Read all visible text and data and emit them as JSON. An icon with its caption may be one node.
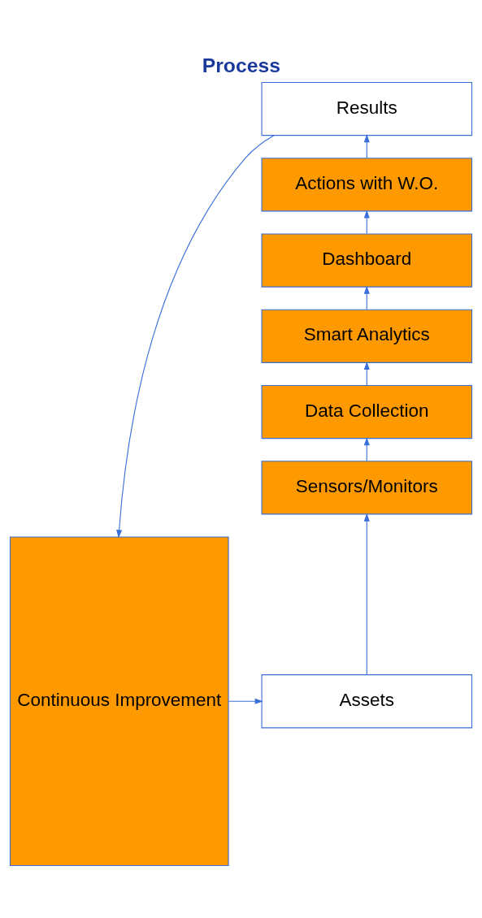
{
  "diagram": {
    "title": "Process",
    "nodes": [
      {
        "text": [
          "Results"
        ]
      },
      {
        "text": [
          "Actions with W.O."
        ]
      },
      {
        "text": [
          "Dashboard"
        ]
      },
      {
        "text": [
          "Smart Analytics"
        ]
      },
      {
        "text": [
          "Data Collection"
        ]
      },
      {
        "text": [
          "Sensors/Monitors"
        ]
      },
      {
        "text": [
          "Assets"
        ]
      },
      {
        "text": [
          "Continuous Improvement"
        ]
      }
    ],
    "edges": [
      {
        "from": 6,
        "to": 5,
        "arrow": "to"
      },
      {
        "from": 5,
        "to": 4,
        "arrow": "to"
      },
      {
        "from": 4,
        "to": 3,
        "arrow": "to"
      },
      {
        "from": 3,
        "to": 2,
        "arrow": "to"
      },
      {
        "from": 2,
        "to": 1,
        "arrow": "to"
      },
      {
        "from": 1,
        "to": 0,
        "arrow": "to"
      },
      {
        "from": 0,
        "to": 7,
        "arrow": "to"
      },
      {
        "from": 7,
        "to": 6,
        "arrow": "to"
      }
    ]
  }
}
